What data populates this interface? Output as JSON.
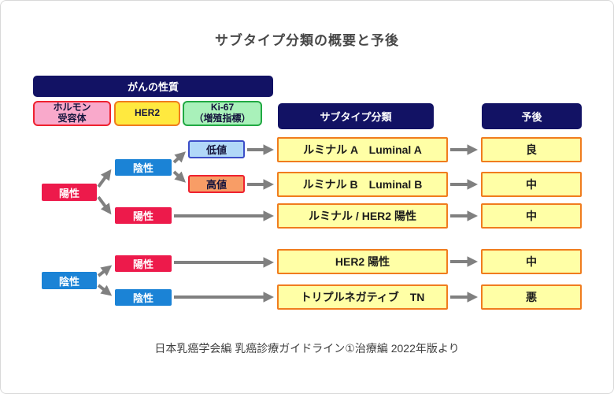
{
  "page": {
    "title": "サブタイプ分類の概要と予後",
    "footer": "日本乳癌学会編 乳癌診療ガイドライン①治療編 2022年版より"
  },
  "headers": {
    "cancer_property": "がんの性質",
    "subtype": "サブタイプ分類",
    "prognosis": "予後"
  },
  "factors": {
    "hormone": "ホルモン\n受容体",
    "her2": "HER2",
    "ki67": "Ki-67\n（増殖指標）"
  },
  "tree": {
    "hr_positive": "陽性",
    "hr_negative": "陰性",
    "her2_negative_1": "陰性",
    "her2_positive_1": "陽性",
    "her2_positive_2": "陽性",
    "her2_negative_2": "陰性",
    "ki67_low": "低値",
    "ki67_high": "高値"
  },
  "subtypes": [
    "ルミナル A　Luminal A",
    "ルミナル B　Luminal B",
    "ルミナル / HER2 陽性",
    "HER2 陽性",
    "トリプルネガティブ　TN"
  ],
  "prognosis": [
    "良",
    "中",
    "中",
    "中",
    "悪"
  ],
  "colors": {
    "navy": "#121264",
    "red": "#ed1a4b",
    "blue": "#1b83d6",
    "pink-fill": "#f9a9cb",
    "red-border": "#ee2230",
    "bright-yellow": "#ffe93f",
    "orange-border": "#f07c1e",
    "green-fill": "#a9f1ba",
    "green-border": "#21a943",
    "lightblue-fill": "#b1d8f8",
    "indigo-border": "#3c4ec8",
    "lightorange-fill": "#f89d66",
    "pale-yellow": "#ffffa6",
    "dark-text": "#14143c",
    "arrow": "#808080"
  }
}
